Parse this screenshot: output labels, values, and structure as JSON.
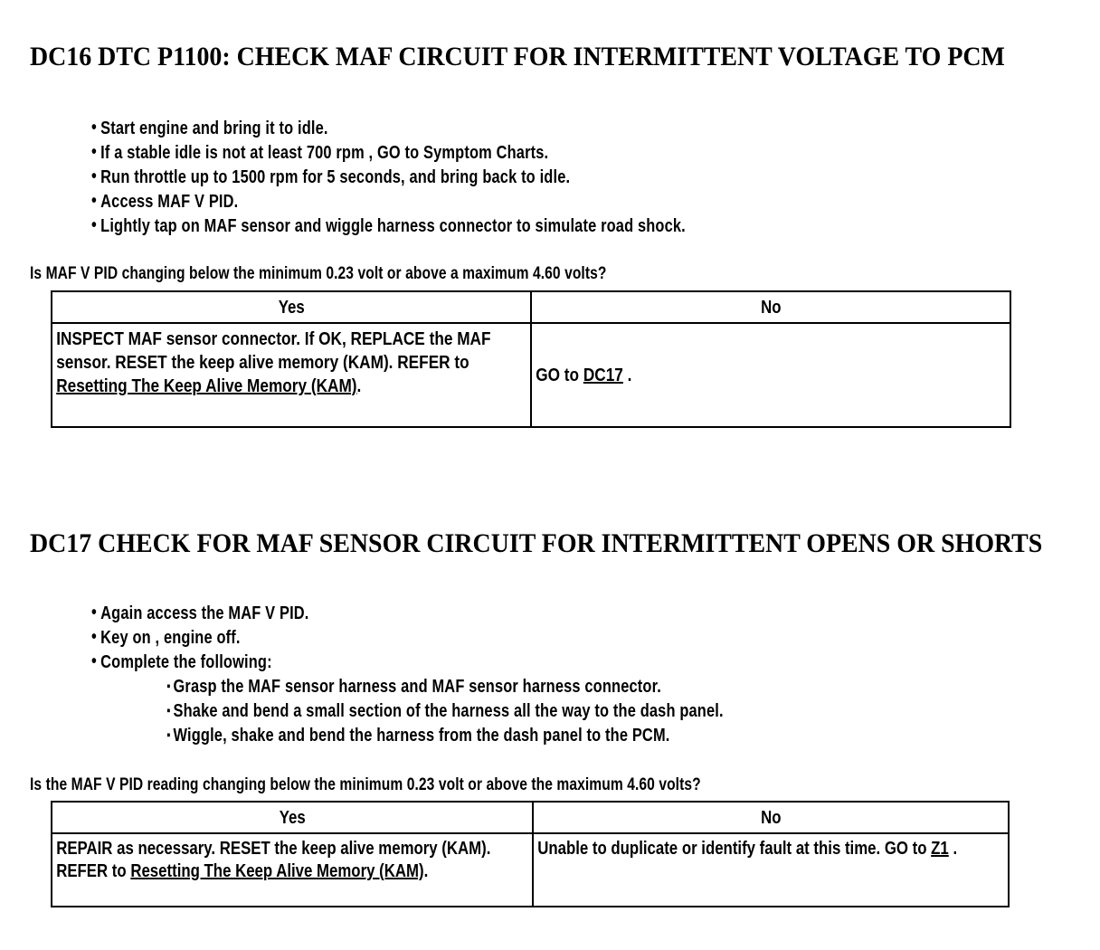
{
  "document": {
    "sections": [
      {
        "id": "dc16",
        "heading": "DC16 DTC P1100: CHECK MAF CIRCUIT FOR INTERMITTENT VOLTAGE TO PCM",
        "bullets": [
          {
            "text": "Start engine and bring it to idle.",
            "marker": "•"
          },
          {
            "text": "If a stable idle is not at least 700 rpm , GO to Symptom Charts.",
            "marker": "•"
          },
          {
            "text": "Run throttle up to 1500 rpm for 5 seconds, and bring back to idle.",
            "marker": "•"
          },
          {
            "text": "Access MAF V PID.",
            "marker": "•"
          },
          {
            "text": "Lightly tap on MAF sensor and wiggle harness connector to simulate road shock.",
            "marker": "•"
          }
        ],
        "sub_bullets": [],
        "question": "Is MAF V PID changing below the minimum 0.23 volt or above a maximum 4.60 volts?",
        "table": {
          "headers": [
            "Yes",
            "No"
          ],
          "yes_cell": {
            "before_link": "INSPECT MAF sensor connector. If OK, REPLACE the MAF sensor. RESET the keep alive memory (KAM). REFER to ",
            "link": "Resetting The Keep Alive Memory (KAM)",
            "after_link": "."
          },
          "no_cell": {
            "before_link": "GO to ",
            "link": "DC17",
            "after_link": " ."
          }
        }
      },
      {
        "id": "dc17",
        "heading": "DC17 CHECK FOR MAF SENSOR CIRCUIT FOR INTERMITTENT OPENS OR SHORTS",
        "bullets": [
          {
            "text": "Again access the MAF V PID.",
            "marker": "•"
          },
          {
            "text": "Key on , engine off.",
            "marker": "•"
          },
          {
            "text": "Complete the following:",
            "marker": "•"
          }
        ],
        "sub_bullets": [
          {
            "text": "Grasp the MAF sensor harness and MAF sensor harness connector.",
            "marker": "▪"
          },
          {
            "text": "Shake and bend a small section of the harness all the way to the dash panel.",
            "marker": "▪"
          },
          {
            "text": "Wiggle, shake and bend the harness from the dash panel to the PCM.",
            "marker": "▪"
          }
        ],
        "question": "Is the MAF V PID reading changing below the minimum 0.23 volt or above the maximum 4.60 volts?",
        "table": {
          "headers": [
            "Yes",
            "No"
          ],
          "yes_cell": {
            "before_link": "REPAIR as necessary. RESET the keep alive memory (KAM). REFER to ",
            "link": "Resetting The Keep Alive Memory (KAM)",
            "after_link": "."
          },
          "no_cell": {
            "before_link": "Unable to duplicate or identify fault at this time. GO to ",
            "link": "Z1",
            "after_link": " ."
          }
        }
      }
    ],
    "colors": {
      "text": "#000000",
      "background": "#ffffff",
      "border": "#000000"
    }
  }
}
